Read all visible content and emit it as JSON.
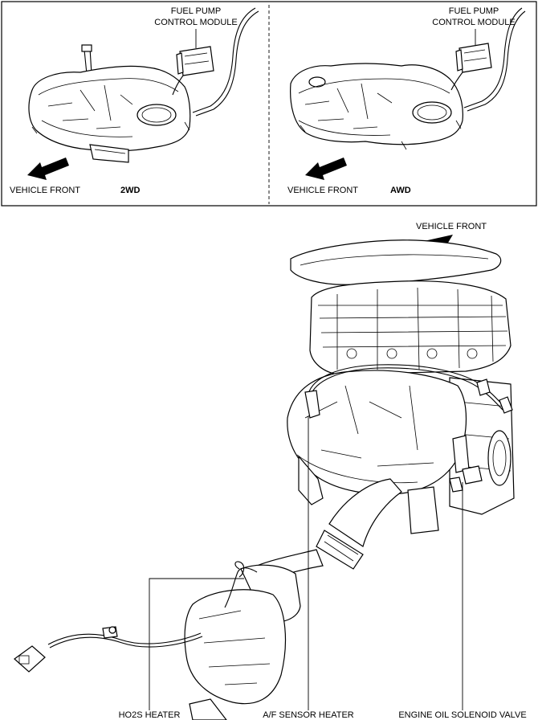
{
  "top_panel": {
    "left": {
      "module_label_line1": "FUEL PUMP",
      "module_label_line2": "CONTROL MODULE",
      "front_label": "VEHICLE FRONT",
      "drive_label": "2WD"
    },
    "right": {
      "module_label_line1": "FUEL PUMP",
      "module_label_line2": "CONTROL MODULE",
      "front_label": "VEHICLE FRONT",
      "drive_label": "AWD"
    }
  },
  "engine": {
    "front_label": "VEHICLE FRONT",
    "callouts": {
      "ho2s_heater": "HO2S HEATER",
      "af_sensor_heater": "A/F SENSOR HEATER",
      "engine_oil_solenoid_valve": "ENGINE OIL SOLENOID VALVE"
    }
  }
}
